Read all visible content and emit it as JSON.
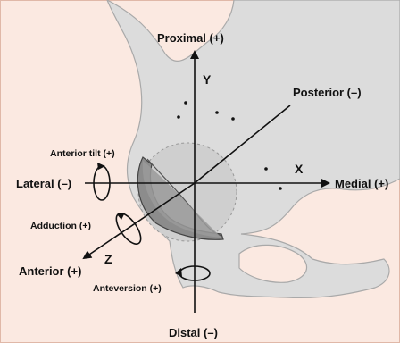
{
  "colors": {
    "background": "#fbe9e1",
    "bone": "#dcdcdc",
    "bone_edge": "#a9a9a9",
    "acetabulum": "#cfcfcf",
    "axis": "#111111"
  },
  "labels": {
    "proximal": "Proximal (+)",
    "distal": "Distal (–)",
    "posterior": "Posterior (–)",
    "lateral": "Lateral (–)",
    "medial": "Medial (+)",
    "anterior": "Anterior (+)",
    "anterior_tilt": "Anterior tilt (+)",
    "adduction": "Adduction (+)",
    "anteversion": "Anteversion (+)",
    "axis_x": "X",
    "axis_y": "Y",
    "axis_z": "Z"
  }
}
